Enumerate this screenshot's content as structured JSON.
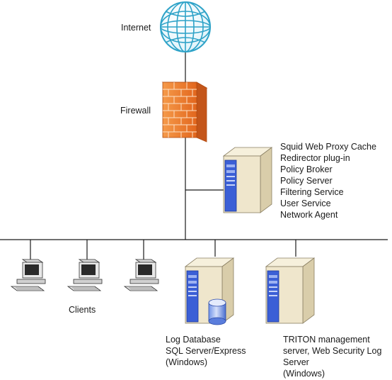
{
  "diagram": {
    "internet_label": "Internet",
    "firewall_label": "Firewall",
    "proxy_server_components": [
      "Squid Web Proxy Cache",
      "Redirector plug-in",
      "Policy Broker",
      "Policy Server",
      "Filtering Service",
      "User Service",
      "Network Agent"
    ],
    "clients_label": "Clients",
    "log_database_lines": [
      "Log Database",
      "SQL Server/Express",
      "(Windows)"
    ],
    "triton_lines": [
      "TRITON management",
      "server, Web Security Log",
      "Server",
      "(Windows)"
    ]
  },
  "colors": {
    "line": "#1a1a1a",
    "globe": "#2fa3c8",
    "firewall": "#f07a2a",
    "server_body": "#efe6cc",
    "server_front": "#3b5fd6"
  }
}
